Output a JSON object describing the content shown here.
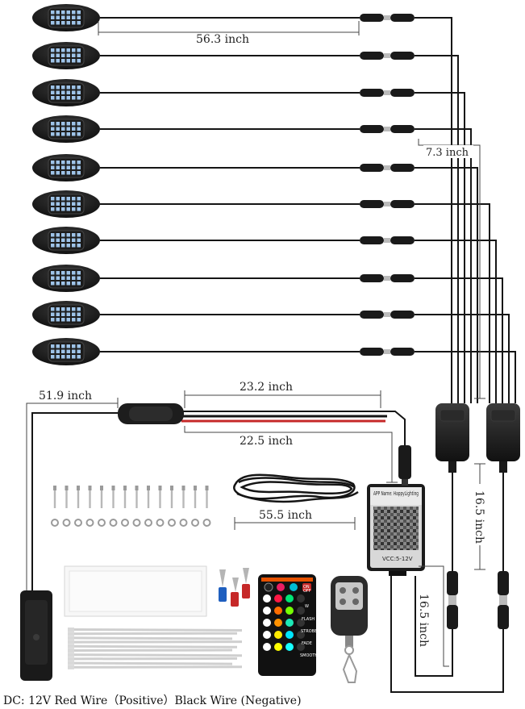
{
  "dimensions": {
    "pod_to_connector": "56.3 inch",
    "connector_spacing": "7.3 inch",
    "switch_cable": "51.9 inch",
    "power_lead_upper": "23.2 inch",
    "power_lead_lower": "22.5 inch",
    "extension_cable": "55.5 inch",
    "hub_to_controller": "16.5 inch",
    "controller_to_hub": "16.5 inch"
  },
  "controller": {
    "app_label": "APP Name: HappyLighting",
    "voltage": "VCC:5-12V"
  },
  "remote": {
    "buttons": [
      "ON",
      "OFF",
      "W",
      "FLASH",
      "STROBE",
      "FADE",
      "SMOOTH"
    ]
  },
  "caption": "DC: 12V Red Wire（Positive）Black Wire (Negative)",
  "colors": {
    "pod_body": "#1c1c1c",
    "pod_led": "#9ec3e8",
    "red_wire": "#c62828",
    "wire": "#151515"
  }
}
